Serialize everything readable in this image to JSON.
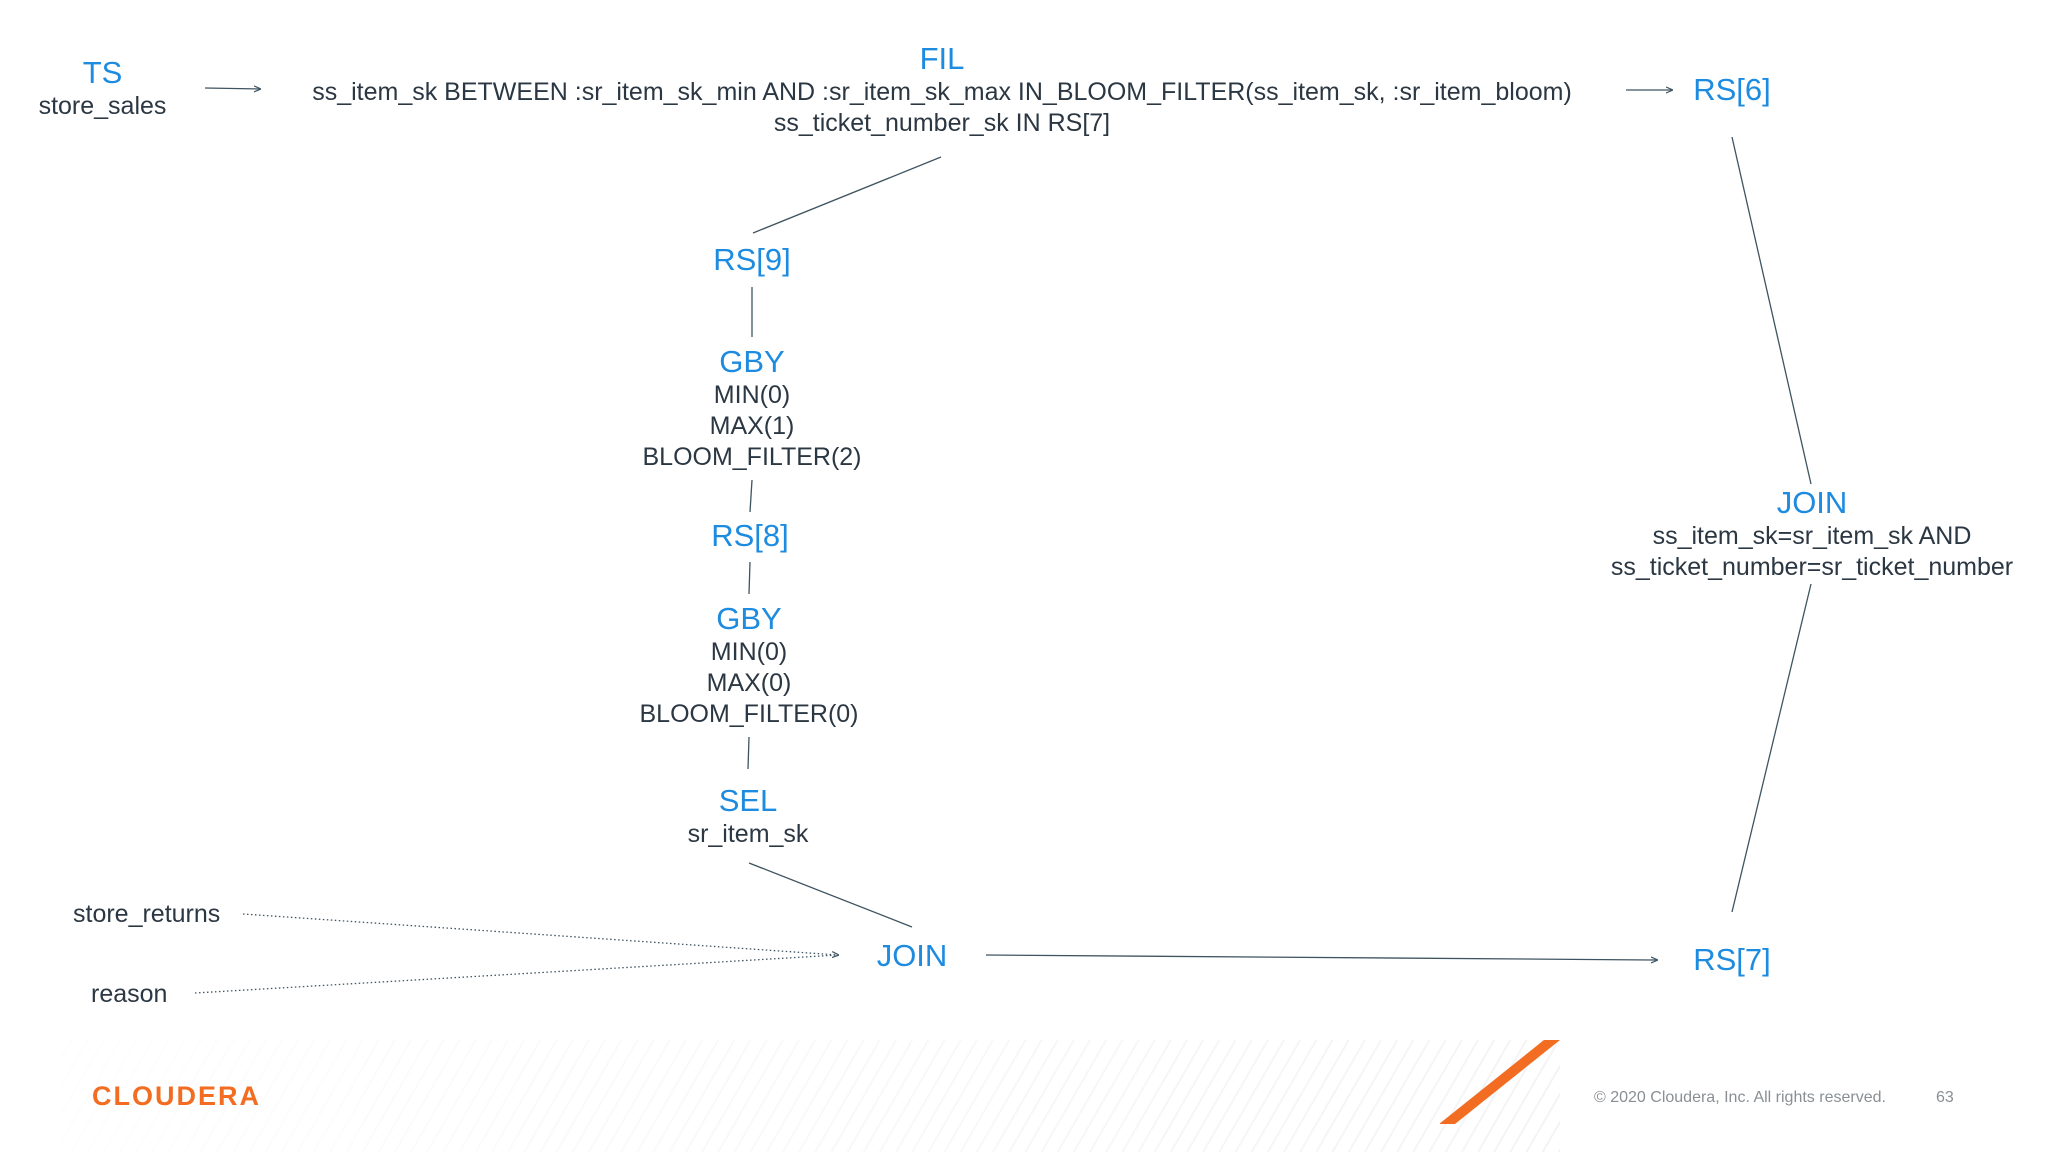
{
  "diagram": {
    "nodes": {
      "ts": {
        "title": "TS",
        "lines": [
          "store_sales"
        ]
      },
      "fil": {
        "title": "FIL",
        "lines": [
          "ss_item_sk  BETWEEN :sr_item_sk_min AND :sr_item_sk_max IN_BLOOM_FILTER(ss_item_sk, :sr_item_bloom)",
          "ss_ticket_number_sk IN RS[7]"
        ]
      },
      "rs6": {
        "title": "RS[6]"
      },
      "rs9": {
        "title": "RS[9]"
      },
      "gby1": {
        "title": "GBY",
        "lines": [
          "MIN(0)",
          "MAX(1)",
          "BLOOM_FILTER(2)"
        ]
      },
      "rs8": {
        "title": "RS[8]"
      },
      "gby2": {
        "title": "GBY",
        "lines": [
          "MIN(0)",
          "MAX(0)",
          "BLOOM_FILTER(0)"
        ]
      },
      "sel": {
        "title": "SEL",
        "lines": [
          "sr_item_sk"
        ]
      },
      "join_top": {
        "title": "JOIN",
        "lines": [
          "ss_item_sk=sr_item_sk AND",
          "ss_ticket_number=sr_ticket_number"
        ]
      },
      "join_bottom": {
        "title": "JOIN"
      },
      "rs7": {
        "title": "RS[7]"
      }
    },
    "inputs": {
      "store_returns": "store_returns",
      "reason": "reason"
    }
  },
  "footer": {
    "logo": "CLOUDERA",
    "copyright": "© 2020 Cloudera, Inc. All rights reserved.",
    "page_number": "63"
  },
  "colors": {
    "title": "#1d8be0",
    "text": "#2b3742",
    "accent": "#f26d21",
    "edge": "#3f5461"
  }
}
